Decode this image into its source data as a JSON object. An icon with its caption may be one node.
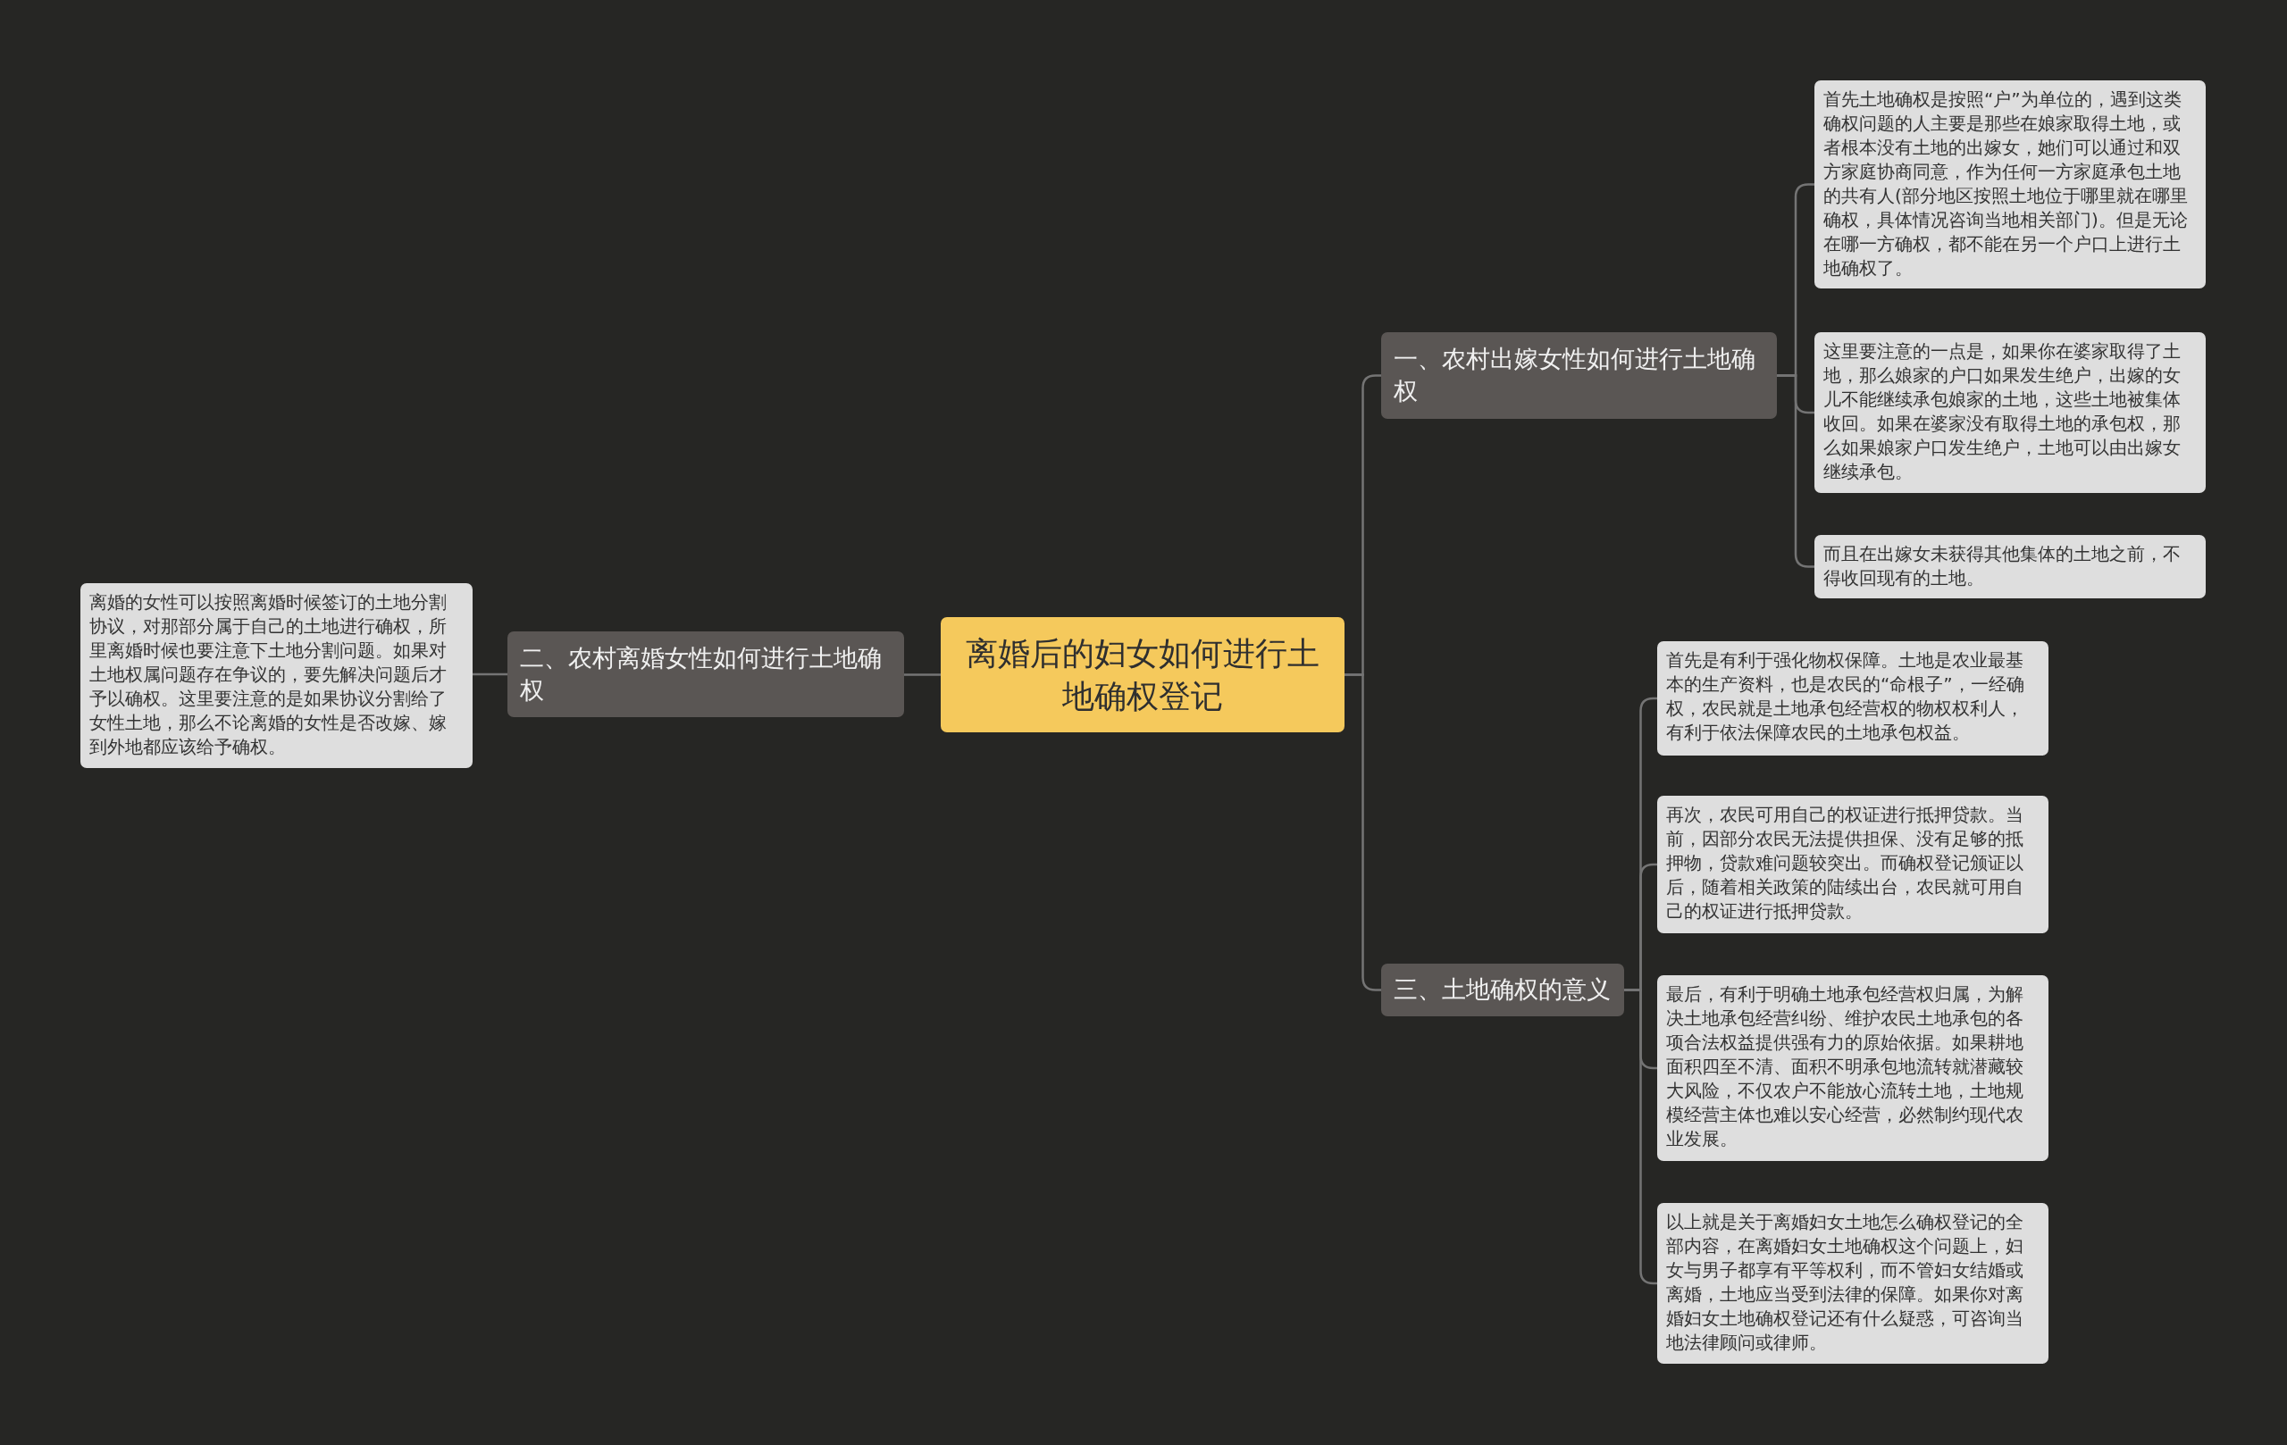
{
  "diagram": {
    "nodes": [
      {
        "text": [
          "离婚后的妇女如何进行土地确权登记"
        ]
      },
      {
        "text": [
          "一、农村出嫁女性如何进行土地确权"
        ]
      },
      {
        "text": [
          "首先土地确权是按照“户”为单位的，遇到这类确权问题的人主要是那些在娘家取得土地，或者根本没有土地的出嫁女，她们可以通过和双方家庭协商同意，作为任何一方家庭承包土地的共有人(部分地区按照土地位于哪里就在哪里确权，具体情况咨询当地相关部门)。但是无论在哪一方确权，都不能在另一个户口上进行土地确权了。"
        ]
      },
      {
        "text": [
          "这里要注意的一点是，如果你在婆家取得了土地，那么娘家的户口如果发生绝户，出嫁的女儿不能继续承包娘家的土地，这些土地被集体收回。如果在婆家没有取得土地的承包权，那么如果娘家户口发生绝户，土地可以由出嫁女继续承包。"
        ]
      },
      {
        "text": [
          "而且在出嫁女未获得其他集体的土地之前，不得收回现有的土地。"
        ]
      },
      {
        "text": [
          "二、农村离婚女性如何进行土地确权"
        ]
      },
      {
        "text": [
          "离婚的女性可以按照离婚时候签订的土地分割协议，对那部分属于自己的土地进行确权，所里离婚时候也要注意下土地分割问题。如果对土地权属问题存在争议的，要先解决问题后才予以确权。这里要注意的是如果协议分割给了女性土地，那么不论离婚的女性是否改嫁、嫁到外地都应该给予确权。"
        ]
      },
      {
        "text": [
          "三、土地确权的意义"
        ]
      },
      {
        "text": [
          "首先是有利于强化物权保障。土地是农业最基本的生产资料，也是农民的“命根子”，一经确权，农民就是土地承包经营权的物权权利人，有利于依法保障农民的土地承包权益。"
        ]
      },
      {
        "text": [
          "再次，农民可用自己的权证进行抵押贷款。当前，因部分农民无法提供担保、没有足够的抵押物，贷款难问题较突出。而确权登记颁证以后，随着相关政策的陆续出台，农民就可用自己的权证进行抵押贷款。"
        ]
      },
      {
        "text": [
          "最后，有利于明确土地承包经营权归属，为解决土地承包经营纠纷、维护农民土地承包的各项合法权益提供强有力的原始依据。如果耕地面积四至不清、面积不明承包地流转就潜藏较大风险，不仅农户不能放心流转土地，土地规模经营主体也难以安心经营，必然制约现代农业发展。"
        ]
      },
      {
        "text": [
          "以上就是关于离婚妇女土地怎么确权登记的全部内容，在离婚妇女土地确权这个问题上，妇女与男子都享有平等权利，而不管妇女结婚或离婚，土地应当受到法律的保障。如果你对离婚妇女土地确权登记还有什么疑惑，可咨询当地法律顾问或律师。"
        ]
      }
    ],
    "edges": [
      {
        "from": 0,
        "to": 1,
        "arrow": "none"
      },
      {
        "from": 1,
        "to": 2,
        "arrow": "none"
      },
      {
        "from": 1,
        "to": 3,
        "arrow": "none"
      },
      {
        "from": 1,
        "to": 4,
        "arrow": "none"
      },
      {
        "from": 0,
        "to": 5,
        "arrow": "none"
      },
      {
        "from": 5,
        "to": 6,
        "arrow": "none"
      },
      {
        "from": 0,
        "to": 7,
        "arrow": "none"
      },
      {
        "from": 7,
        "to": 8,
        "arrow": "none"
      },
      {
        "from": 7,
        "to": 9,
        "arrow": "none"
      },
      {
        "from": 7,
        "to": 10,
        "arrow": "none"
      },
      {
        "from": 7,
        "to": 11,
        "arrow": "none"
      }
    ]
  }
}
